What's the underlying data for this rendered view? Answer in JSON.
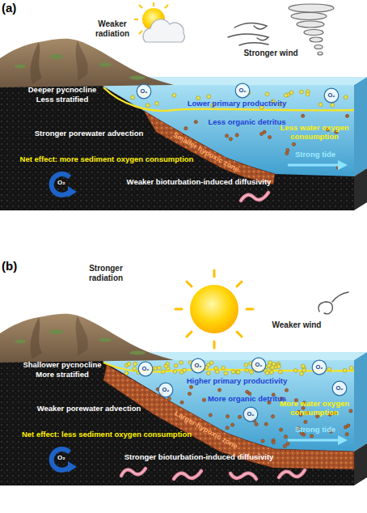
{
  "diagram": {
    "nodes": [
      {
        "text": [
          "O₂"
        ]
      },
      {
        "text": [
          "O₂"
        ]
      },
      {
        "text": [
          "O₂"
        ]
      },
      {
        "text": [
          "O₂"
        ]
      },
      {
        "text": [
          "O₂"
        ]
      },
      {
        "text": [
          "O₂"
        ]
      },
      {
        "text": [
          "O₂"
        ]
      },
      {
        "text": [
          "O₂"
        ]
      },
      {
        "text": [
          "O₂"
        ]
      },
      {
        "text": [
          "O₂"
        ]
      }
    ],
    "labels": [
      "(a)",
      "Weaker radiation",
      "Stronger wind",
      "Deeper pycnocline",
      "Less stratified",
      "Lower primary productivity",
      "Less organic detritus",
      "Stronger porewater advection",
      "Smaller hypoxic zone",
      "Less water oxygen consumption",
      "O₂",
      "Net effect: more sediment oxygen consumption",
      "Strong tide",
      "Weaker bioturbation-induced diffusivity",
      "(b)",
      "Stronger radiation",
      "Weaker wind",
      "Shallower pycnocline",
      "More stratified",
      "Higher primary productivity",
      "More organic detritus",
      "Weaker porewater advection",
      "Larger hypoxic zone",
      "More water oxygen consumption",
      "O₂",
      "Net effect: less sediment oxygen consumption",
      "Strong tide",
      "Stronger bioturbation-induced diffusivity"
    ]
  }
}
